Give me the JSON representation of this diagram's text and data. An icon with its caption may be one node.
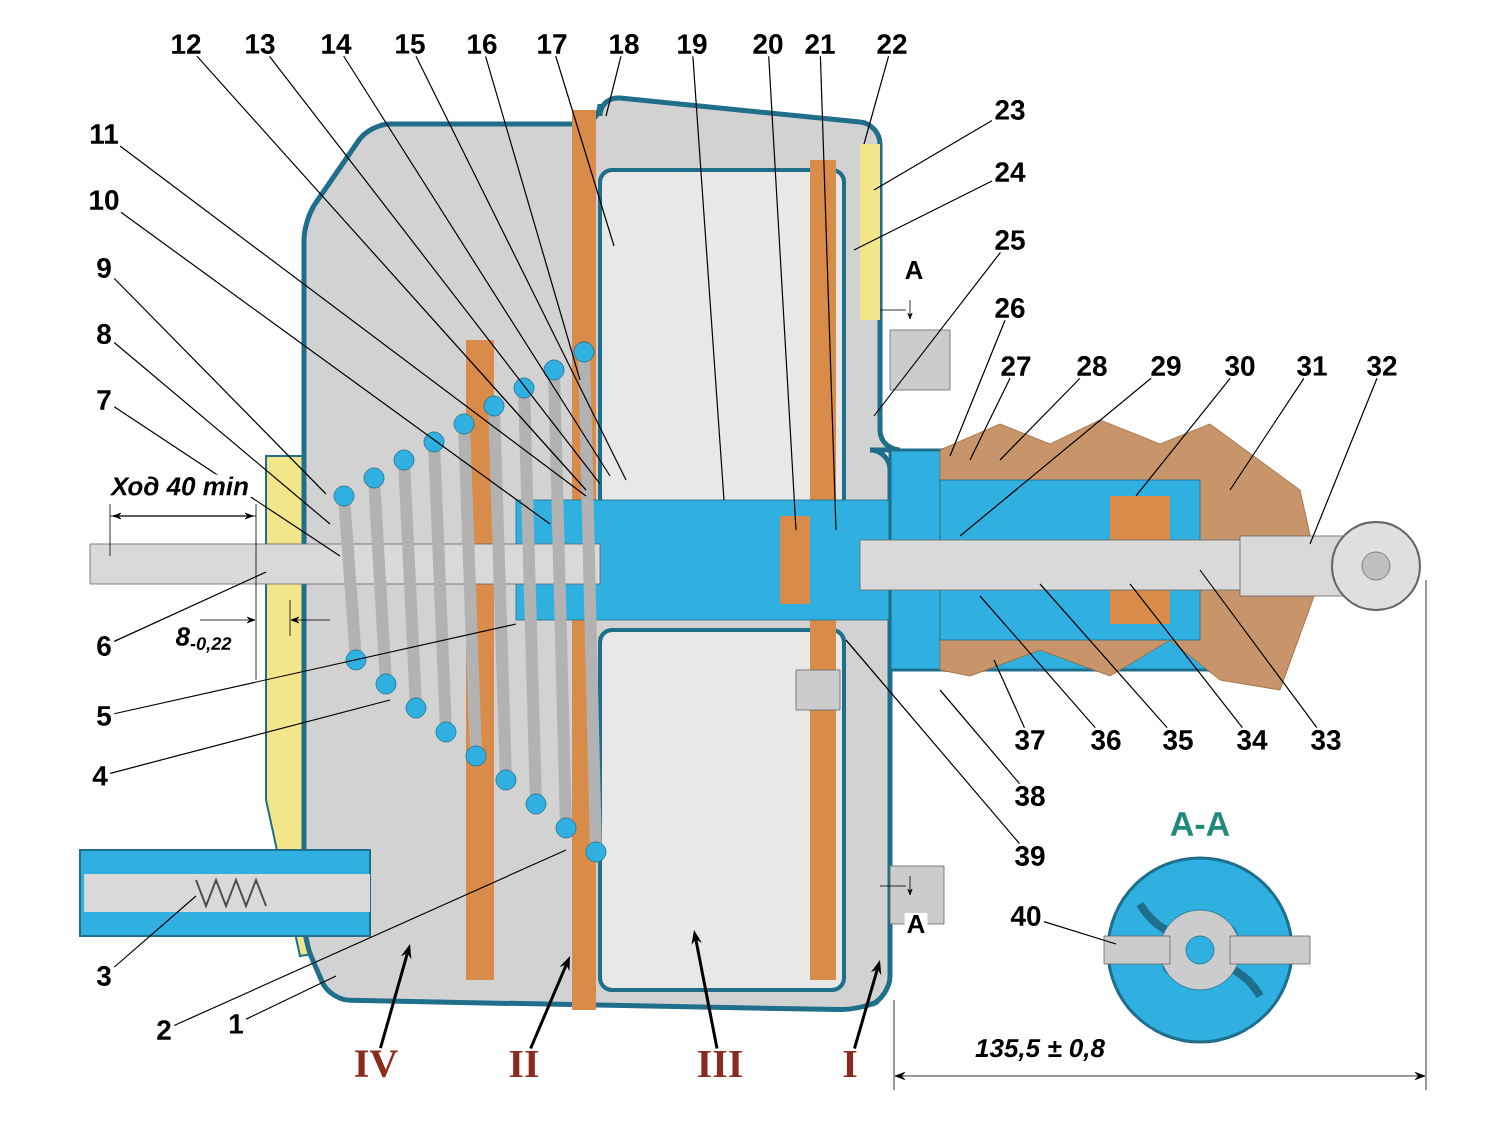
{
  "diagram": {
    "nodes": [
      {
        "text": [
          "1"
        ]
      },
      {
        "text": [
          "2"
        ]
      },
      {
        "text": [
          "3"
        ]
      },
      {
        "text": [
          "4"
        ]
      },
      {
        "text": [
          "5"
        ]
      },
      {
        "text": [
          "6"
        ]
      },
      {
        "text": [
          "7"
        ]
      },
      {
        "text": [
          "8"
        ]
      },
      {
        "text": [
          "9"
        ]
      },
      {
        "text": [
          "10"
        ]
      },
      {
        "text": [
          "11"
        ]
      },
      {
        "text": [
          "12"
        ]
      },
      {
        "text": [
          "13"
        ]
      },
      {
        "text": [
          "14"
        ]
      },
      {
        "text": [
          "15"
        ]
      },
      {
        "text": [
          "16"
        ]
      },
      {
        "text": [
          "17"
        ]
      },
      {
        "text": [
          "18"
        ]
      },
      {
        "text": [
          "19"
        ]
      },
      {
        "text": [
          "20"
        ]
      },
      {
        "text": [
          "21"
        ]
      },
      {
        "text": [
          "22"
        ]
      },
      {
        "text": [
          "23"
        ]
      },
      {
        "text": [
          "24"
        ]
      },
      {
        "text": [
          "25"
        ]
      },
      {
        "text": [
          "26"
        ]
      },
      {
        "text": [
          "27"
        ]
      },
      {
        "text": [
          "28"
        ]
      },
      {
        "text": [
          "29"
        ]
      },
      {
        "text": [
          "30"
        ]
      },
      {
        "text": [
          "31"
        ]
      },
      {
        "text": [
          "32"
        ]
      },
      {
        "text": [
          "33"
        ]
      },
      {
        "text": [
          "34"
        ]
      },
      {
        "text": [
          "35"
        ]
      },
      {
        "text": [
          "36"
        ]
      },
      {
        "text": [
          "37"
        ]
      },
      {
        "text": [
          "38"
        ]
      },
      {
        "text": [
          "39"
        ]
      },
      {
        "text": [
          "40"
        ]
      },
      {
        "text": [
          "IV"
        ]
      },
      {
        "text": [
          "II"
        ]
      },
      {
        "text": [
          "III"
        ]
      },
      {
        "text": [
          "I"
        ]
      }
    ],
    "edges": [
      {
        "from": 0,
        "to": null,
        "arrow": "none"
      },
      {
        "from": 1,
        "to": null,
        "arrow": "none"
      },
      {
        "from": 2,
        "to": null,
        "arrow": "none"
      },
      {
        "from": 3,
        "to": null,
        "arrow": "none"
      },
      {
        "from": 4,
        "to": null,
        "arrow": "none"
      },
      {
        "from": 5,
        "to": null,
        "arrow": "none"
      },
      {
        "from": 6,
        "to": null,
        "arrow": "none"
      },
      {
        "from": 7,
        "to": null,
        "arrow": "none"
      },
      {
        "from": 8,
        "to": null,
        "arrow": "none"
      },
      {
        "from": 9,
        "to": null,
        "arrow": "none"
      },
      {
        "from": 10,
        "to": null,
        "arrow": "none"
      },
      {
        "from": 11,
        "to": null,
        "arrow": "none"
      },
      {
        "from": 12,
        "to": null,
        "arrow": "none"
      },
      {
        "from": 13,
        "to": null,
        "arrow": "none"
      },
      {
        "from": 14,
        "to": null,
        "arrow": "none"
      },
      {
        "from": 15,
        "to": null,
        "arrow": "none"
      },
      {
        "from": 16,
        "to": null,
        "arrow": "none"
      },
      {
        "from": 17,
        "to": null,
        "arrow": "none"
      },
      {
        "from": 18,
        "to": null,
        "arrow": "none"
      },
      {
        "from": 19,
        "to": null,
        "arrow": "none"
      },
      {
        "from": 20,
        "to": null,
        "arrow": "none"
      },
      {
        "from": 21,
        "to": null,
        "arrow": "none"
      },
      {
        "from": 22,
        "to": null,
        "arrow": "none"
      },
      {
        "from": 23,
        "to": null,
        "arrow": "none"
      },
      {
        "from": 24,
        "to": null,
        "arrow": "none"
      },
      {
        "from": 25,
        "to": null,
        "arrow": "none"
      },
      {
        "from": 26,
        "to": null,
        "arrow": "none"
      },
      {
        "from": 27,
        "to": null,
        "arrow": "none"
      },
      {
        "from": 28,
        "to": null,
        "arrow": "none"
      },
      {
        "from": 29,
        "to": null,
        "arrow": "none"
      },
      {
        "from": 30,
        "to": null,
        "arrow": "none"
      },
      {
        "from": 31,
        "to": null,
        "arrow": "none"
      },
      {
        "from": 32,
        "to": null,
        "arrow": "none"
      },
      {
        "from": 33,
        "to": null,
        "arrow": "none"
      },
      {
        "from": 34,
        "to": null,
        "arrow": "none"
      },
      {
        "from": 35,
        "to": null,
        "arrow": "none"
      },
      {
        "from": 36,
        "to": null,
        "arrow": "none"
      },
      {
        "from": 37,
        "to": null,
        "arrow": "none"
      },
      {
        "from": 38,
        "to": null,
        "arrow": "none"
      },
      {
        "from": 39,
        "to": null,
        "arrow": "none"
      },
      {
        "from": 40,
        "to": null,
        "arrow": "to"
      },
      {
        "from": 41,
        "to": null,
        "arrow": "to"
      },
      {
        "from": 42,
        "to": null,
        "arrow": "to"
      },
      {
        "from": 43,
        "to": null,
        "arrow": "to"
      }
    ],
    "labels": [
      "Ход 40 min",
      "8$_{-0,22}$",
      "A",
      "A-A",
      "A",
      "135,5 ± 0,8"
    ]
  }
}
